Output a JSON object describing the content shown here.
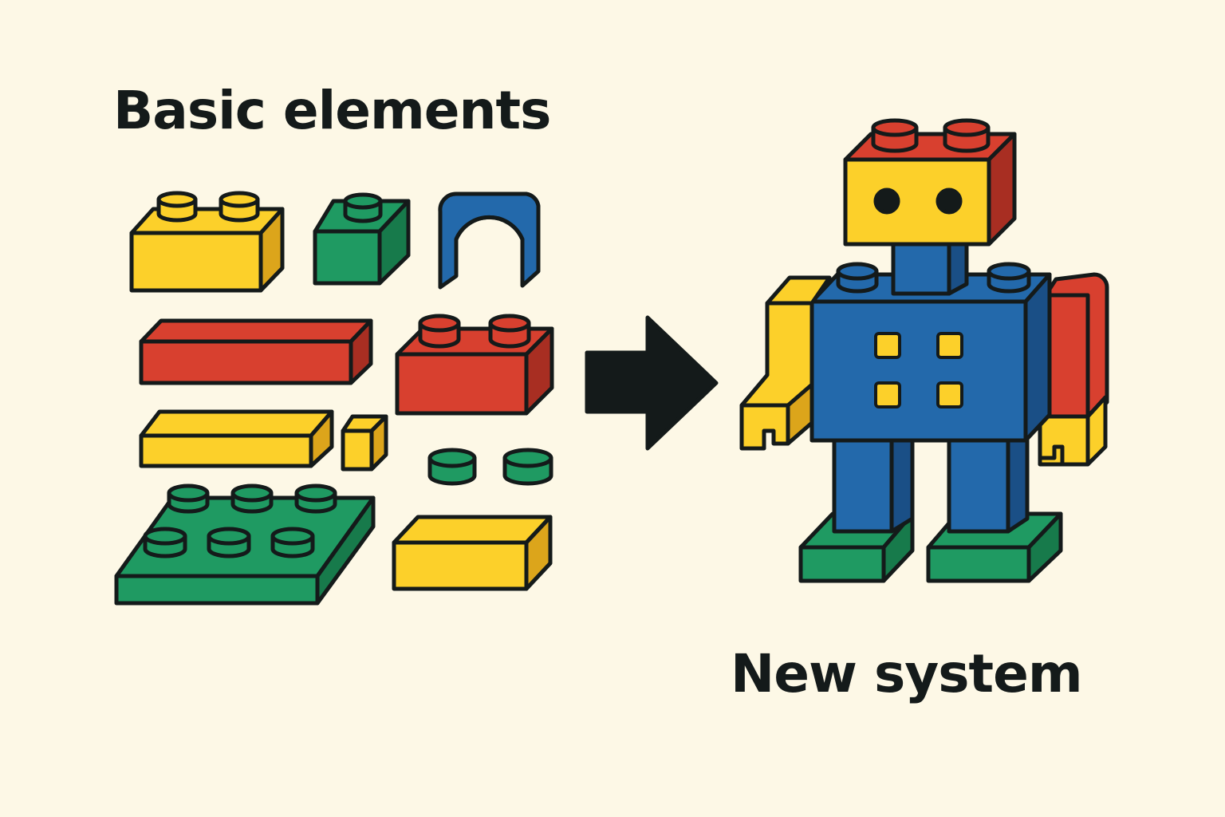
{
  "labels": {
    "left": "Basic elements",
    "right": "New system"
  },
  "colors": {
    "background": "#fdf8e6",
    "outline": "#141a1a",
    "yellow": "#fcd02a",
    "red": "#d8402f",
    "green": "#1f9a62",
    "blue": "#2369ab",
    "text": "#141a1a"
  },
  "diagram": {
    "left_group": "loose building bricks",
    "connector": "arrow",
    "right_group": "robot built from bricks"
  }
}
